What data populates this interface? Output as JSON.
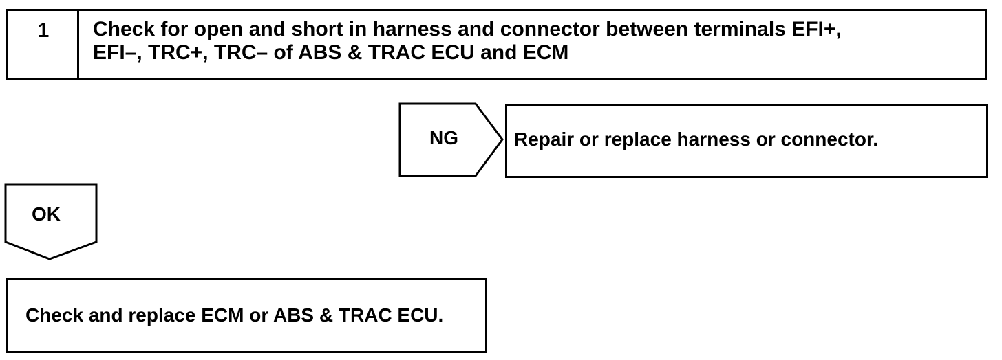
{
  "step": {
    "number": "1",
    "text": "Check for open and short in harness and connector between terminals EFI+,\nEFI–, TRC+, TRC– of ABS & TRAC ECU and ECM"
  },
  "ng_branch": {
    "label": "NG",
    "action": "Repair or replace harness or connector."
  },
  "ok_branch": {
    "label": "OK",
    "action": "Check and replace ECM or ABS & TRAC ECU."
  },
  "colors": {
    "line": "#000000",
    "background": "#ffffff"
  }
}
